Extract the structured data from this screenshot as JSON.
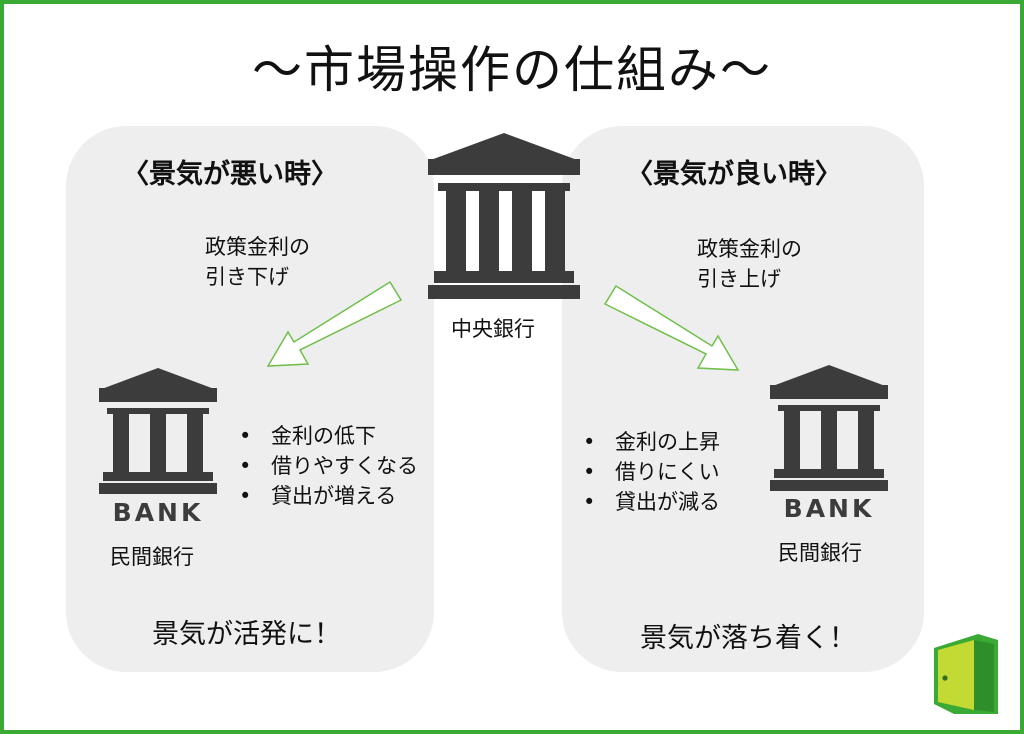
{
  "title": "～市場操作の仕組み～",
  "central_bank": {
    "label": "中央銀行"
  },
  "left": {
    "heading": "〈景気が悪い時〉",
    "policy_line1": "政策金利の",
    "policy_line2": "引き下げ",
    "bank_sign": "BANK",
    "bank_label": "民間銀行",
    "effects": [
      "金利の低下",
      "借りやすくなる",
      "貸出が増える"
    ],
    "result": "景気が活発に！"
  },
  "right": {
    "heading": "〈景気が良い時〉",
    "policy_line1": "政策金利の",
    "policy_line2": "引き上げ",
    "bank_sign": "BANK",
    "bank_label": "民間銀行",
    "effects": [
      "金利の上昇",
      "借りにくい",
      "貸出が減る"
    ],
    "result": "景気が落ち着く！"
  },
  "colors": {
    "frame": "#3aaa35",
    "panel": "#eeeeee",
    "icon": "#3c3c3c",
    "arrow_stroke": "#6fbf4a",
    "logo_light": "#c3d934",
    "logo_dark": "#3aaa35"
  }
}
